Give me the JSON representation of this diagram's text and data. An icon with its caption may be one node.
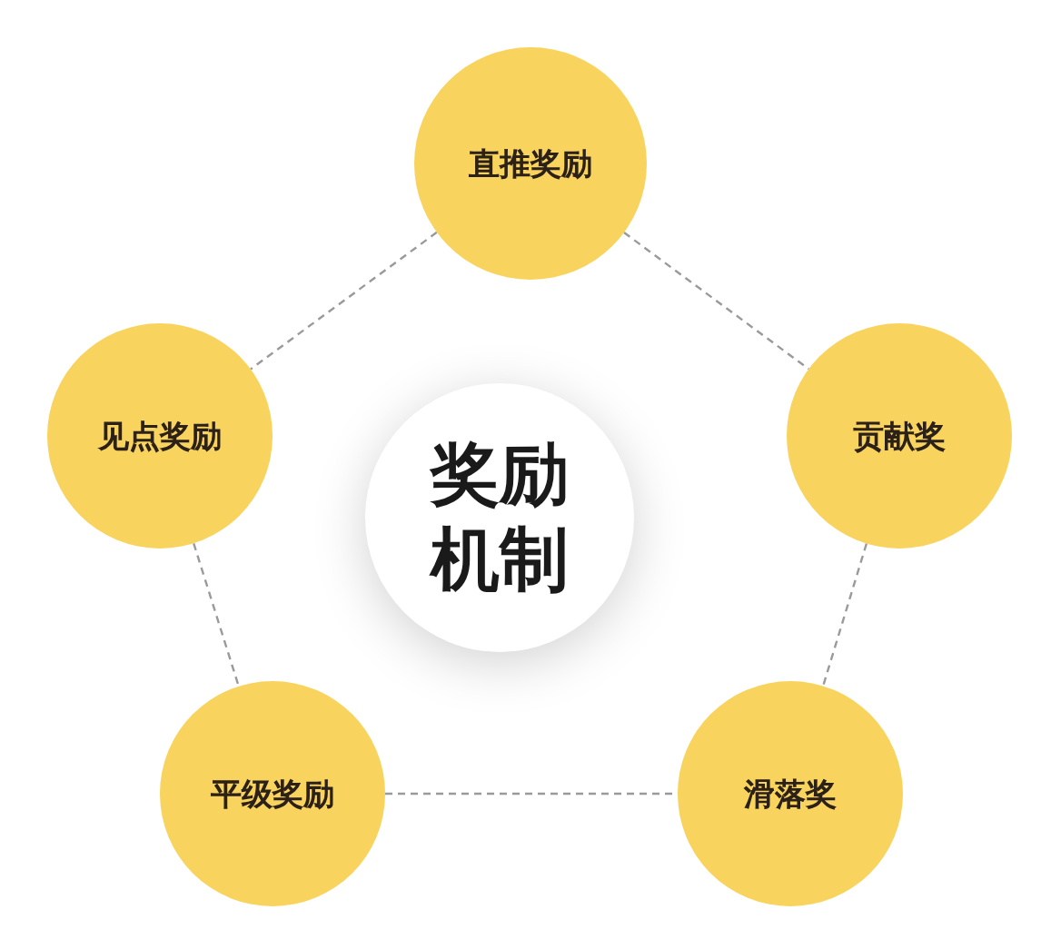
{
  "diagram": {
    "nodes": [
      {
        "text": [
          "直推奖励"
        ]
      },
      {
        "text": [
          "见点奖励"
        ]
      },
      {
        "text": [
          "奖励机制"
        ]
      },
      {
        "text": [
          "贡献奖"
        ]
      },
      {
        "text": [
          "平级奖励"
        ]
      },
      {
        "text": [
          "滑落奖"
        ]
      }
    ],
    "edges": [
      {
        "from": 0,
        "to": 1,
        "arrow": "none",
        "style": "dashed"
      },
      {
        "from": 0,
        "to": 3,
        "arrow": "none",
        "style": "dashed"
      },
      {
        "from": 1,
        "to": 4,
        "arrow": "none",
        "style": "dashed"
      },
      {
        "from": 3,
        "to": 5,
        "arrow": "none",
        "style": "dashed"
      },
      {
        "from": 4,
        "to": 5,
        "arrow": "none",
        "style": "dashed"
      }
    ]
  }
}
